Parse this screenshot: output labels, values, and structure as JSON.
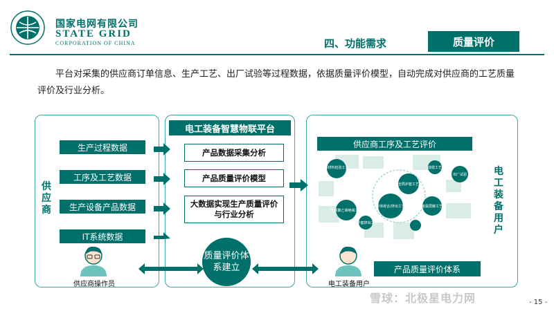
{
  "header": {
    "logo_cn": "国家电网有限公司",
    "logo_en": "STATE GRID",
    "logo_en_sub": "CORPORATION OF CHINA",
    "section_title": "四、功能需求",
    "section_badge": "质量评价"
  },
  "intro_text": "平台对采集的供应商订单信息、生产工艺、出厂试验等过程数据，依据质量评价模型，自动完成对供应商的工艺质量评价及行业分析。",
  "left": {
    "label": "供应商",
    "items": [
      "生产过程数据",
      "工序及工艺数据",
      "生产设备产品数据",
      "IT系统数据"
    ],
    "person_label": "供应商操作员"
  },
  "middle": {
    "title": "电工装备智慧物联平台",
    "boxes": [
      "产品数据采集分析",
      "产品质量评价模型",
      "大数据实现生产质量评价与行业分析"
    ],
    "circle": "质量评价体系建立"
  },
  "right": {
    "title": "供应商工序及工艺评价",
    "vertical_label": "电工装备用户",
    "person_label": "电工装备用户",
    "system_label": "产品质量评价体系",
    "diagram_nodes": [
      "原材料检验工艺",
      "全局护套工艺",
      "出厂试验",
      "交联聚乙烯绝缘工艺",
      "导体绞合/挤出工艺",
      "金属屏蔽工艺",
      "外护套挤出工艺",
      "成缆工艺"
    ]
  },
  "footer": {
    "page_number": "- 15 -",
    "watermark": "雪球：北极星电力网"
  },
  "colors": {
    "primary": "#00706b",
    "light": "#3aa6a0"
  }
}
